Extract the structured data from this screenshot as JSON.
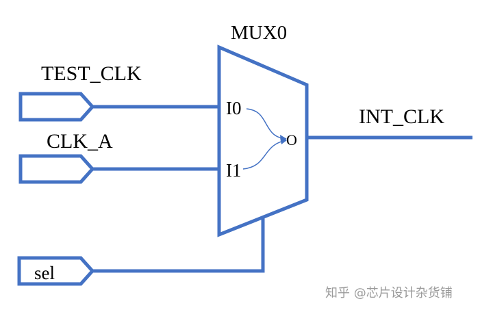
{
  "diagram": {
    "stroke_color": "#4472c4",
    "mux": {
      "name": "MUX0",
      "input0_label": "I0",
      "input1_label": "I1",
      "output_label": "O"
    },
    "ports": {
      "test_clk": "TEST_CLK",
      "clk_a": "CLK_A",
      "sel": "sel"
    },
    "output_net": "INT_CLK"
  },
  "watermark": {
    "text": "知乎 @芯片设计杂货铺"
  }
}
